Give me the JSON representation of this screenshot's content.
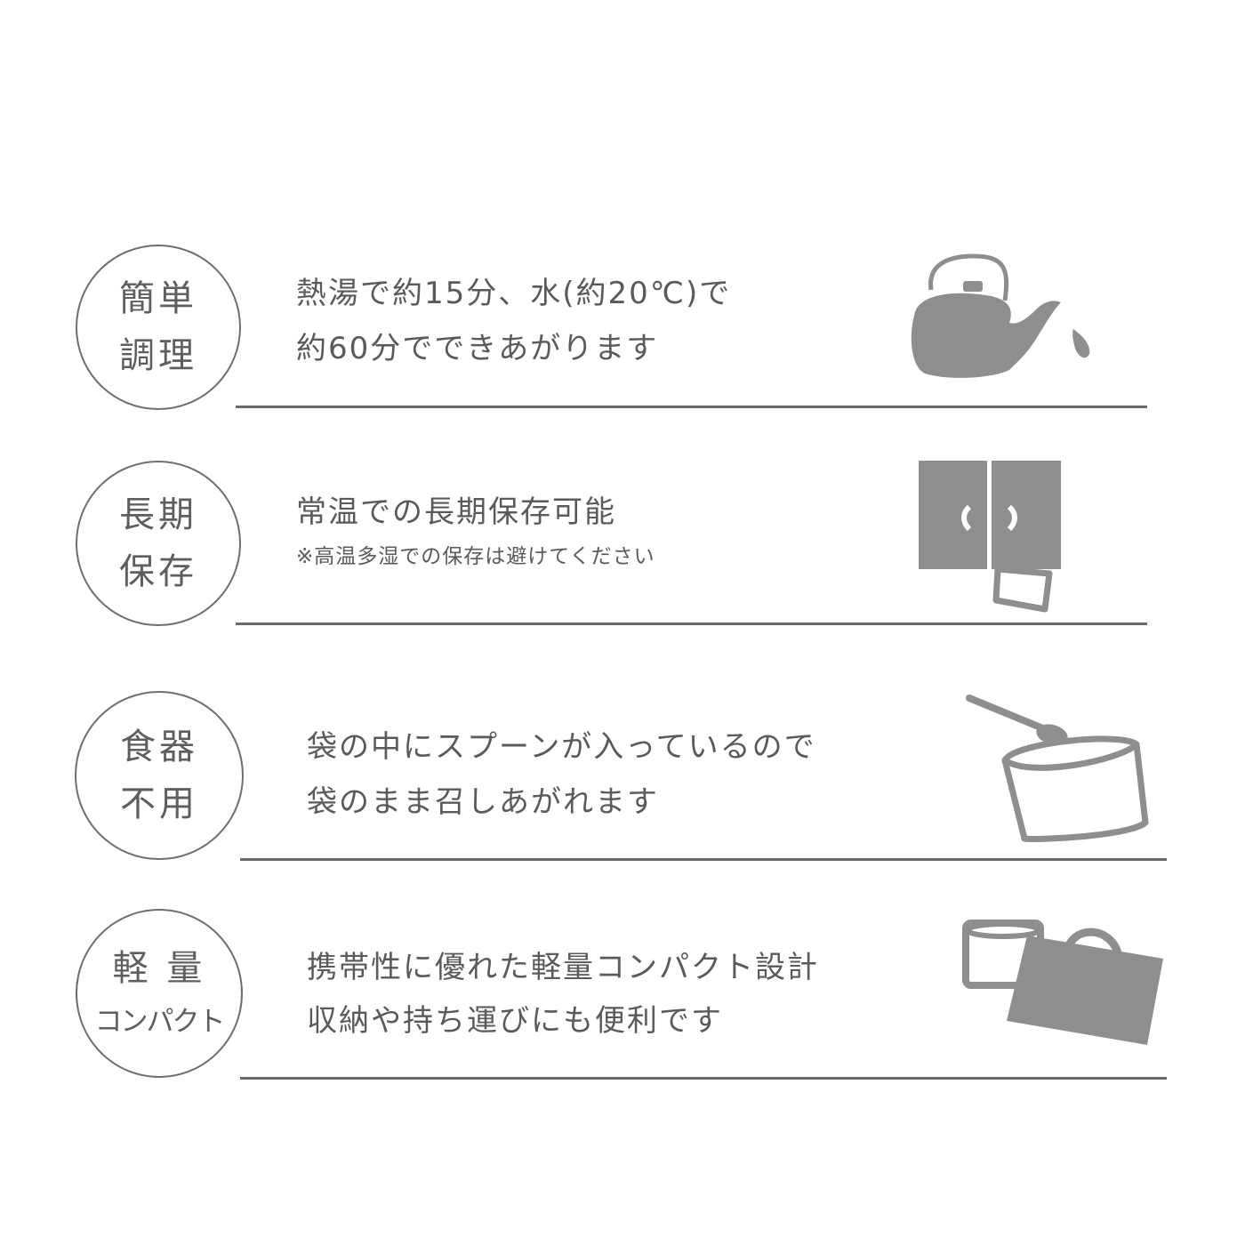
{
  "features": [
    {
      "badge": [
        "簡単",
        "調理"
      ],
      "lines": [
        "熱湯で約15分、水(約20℃)で",
        "約60分でできあがります"
      ],
      "note": null,
      "icon": "kettle-icon"
    },
    {
      "badge": [
        "長期",
        "保存"
      ],
      "lines": [
        "常温での長期保存可能"
      ],
      "note": "※高温多湿での保存は避けてください",
      "icon": "cupboard-icon"
    },
    {
      "badge": [
        "食器",
        "不用"
      ],
      "lines": [
        "袋の中にスプーンが入っているので",
        "袋のまま召しあがれます"
      ],
      "note": null,
      "icon": "pouch-spoon-icon"
    },
    {
      "badge": [
        "軽 量",
        "コンパクト"
      ],
      "lines": [
        "携帯性に優れた軽量コンパクト設計",
        "収納や持ち運びにも便利です"
      ],
      "note": null,
      "icon": "bag-icon"
    }
  ],
  "colors": {
    "text": "#5a5a5a",
    "icon": "#8e8e8e",
    "line": "#6a6a6a"
  }
}
